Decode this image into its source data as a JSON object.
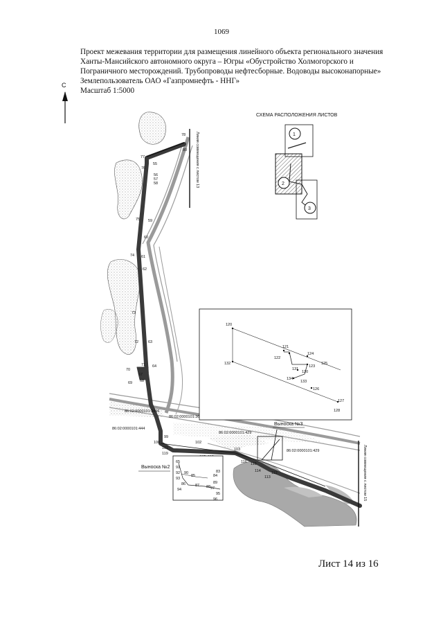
{
  "page_number": "1069",
  "header": {
    "line1": "Проект межевания территории для размещения линейного объекта регионального значения",
    "line2": "Ханты-Мансийского автономного округа – Югры  «Обустройство Холмогорского и",
    "line3": "Пограничного месторождений. Трубопроводы нефтесборные. Водоводы высоконапорные»",
    "line4": "Землепользователь ОАО «Газпромнефть - ННГ»",
    "line5": "Масштаб 1:5000"
  },
  "north_label": "С",
  "scheme": {
    "title": "СХЕМА РАСПОЛОЖЕНИЯ ЛИСТОВ",
    "sheets": [
      "1",
      "2",
      "3"
    ]
  },
  "match_lines": {
    "top": "Линия совмещения с листом 13",
    "right": "Линия совмещения с листом 15"
  },
  "callouts": {
    "v2": "Выноска №2",
    "v3": "Выноска №3"
  },
  "main_points": [
    "78",
    "80",
    "77",
    "55",
    "76",
    "56",
    "57",
    "58",
    "75",
    "59",
    "60",
    "74",
    "61",
    "62",
    "73",
    "72",
    "63",
    "71",
    "64",
    "70",
    "67",
    "68",
    "69",
    "99",
    "100",
    "101",
    "119",
    "102",
    "103",
    "116",
    "117",
    "118",
    "114",
    "115",
    "112",
    "113"
  ],
  "parcels": [
    "86:02:0000101:2496",
    "86:02:0000101:369",
    "86:02:0000101:444",
    "86:02:0000101:429",
    "86:02:0000101:429"
  ],
  "inset_points": [
    "120",
    "121",
    "122",
    "124",
    "125",
    "131",
    "130",
    "123",
    "134",
    "133",
    "126",
    "127",
    "128",
    "132"
  ],
  "callout2_points": [
    "65",
    "91",
    "92",
    "93",
    "90",
    "85",
    "86",
    "87",
    "88",
    "89",
    "84",
    "94",
    "95",
    "96",
    "83",
    "97"
  ],
  "footer": "Лист 14 из 16"
}
